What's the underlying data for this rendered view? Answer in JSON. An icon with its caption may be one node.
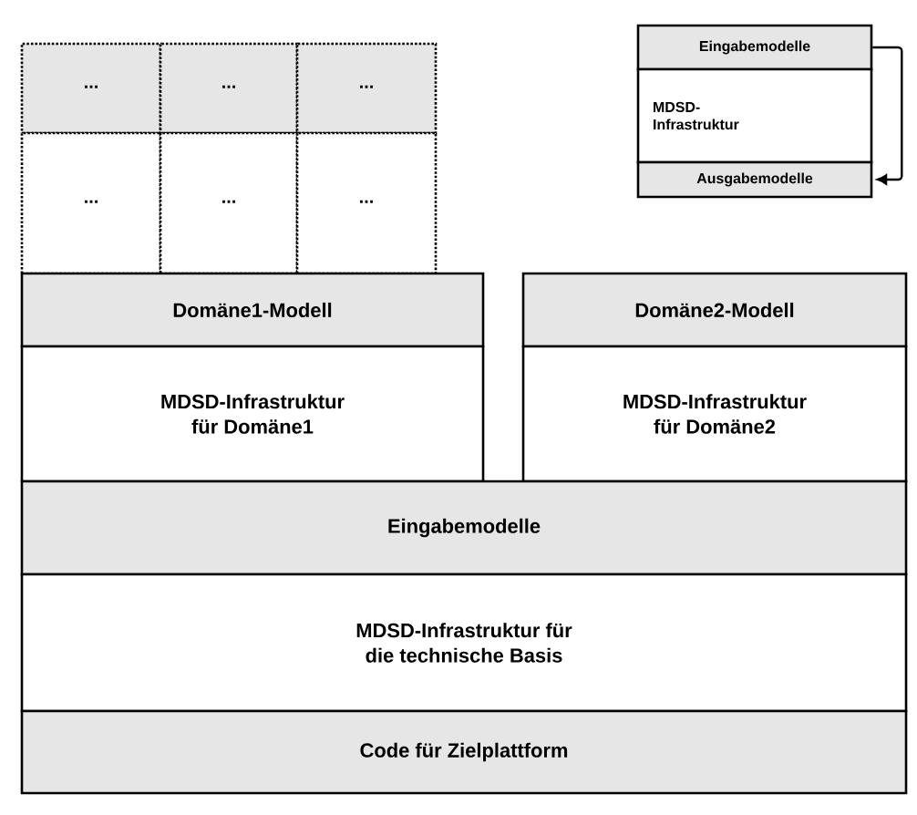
{
  "diagram": {
    "nodes": [
      {
        "text": [
          "..."
        ]
      },
      {
        "text": [
          "..."
        ]
      },
      {
        "text": [
          "..."
        ]
      },
      {
        "text": [
          "..."
        ]
      },
      {
        "text": [
          "..."
        ]
      },
      {
        "text": [
          "..."
        ]
      },
      {
        "text": [
          "Eingabemodelle"
        ]
      },
      {
        "text": [
          "MDSD-Infrastruktur"
        ]
      },
      {
        "text": [
          "Ausgabemodelle"
        ]
      },
      {
        "text": [
          "Domäne1-Modell"
        ]
      },
      {
        "text": [
          "Domäne2-Modell"
        ]
      },
      {
        "text": [
          "MDSD-Infrastruktur für Domäne1"
        ]
      },
      {
        "text": [
          "MDSD-Infrastruktur für Domäne2"
        ]
      },
      {
        "text": [
          "Eingabemodelle"
        ]
      },
      {
        "text": [
          "MDSD-Infrastruktur für die technische Basis"
        ]
      },
      {
        "text": [
          "Code für Zielplattform"
        ]
      }
    ],
    "edges": [
      {
        "from": 6,
        "to": 8,
        "arrow": "to"
      }
    ]
  }
}
